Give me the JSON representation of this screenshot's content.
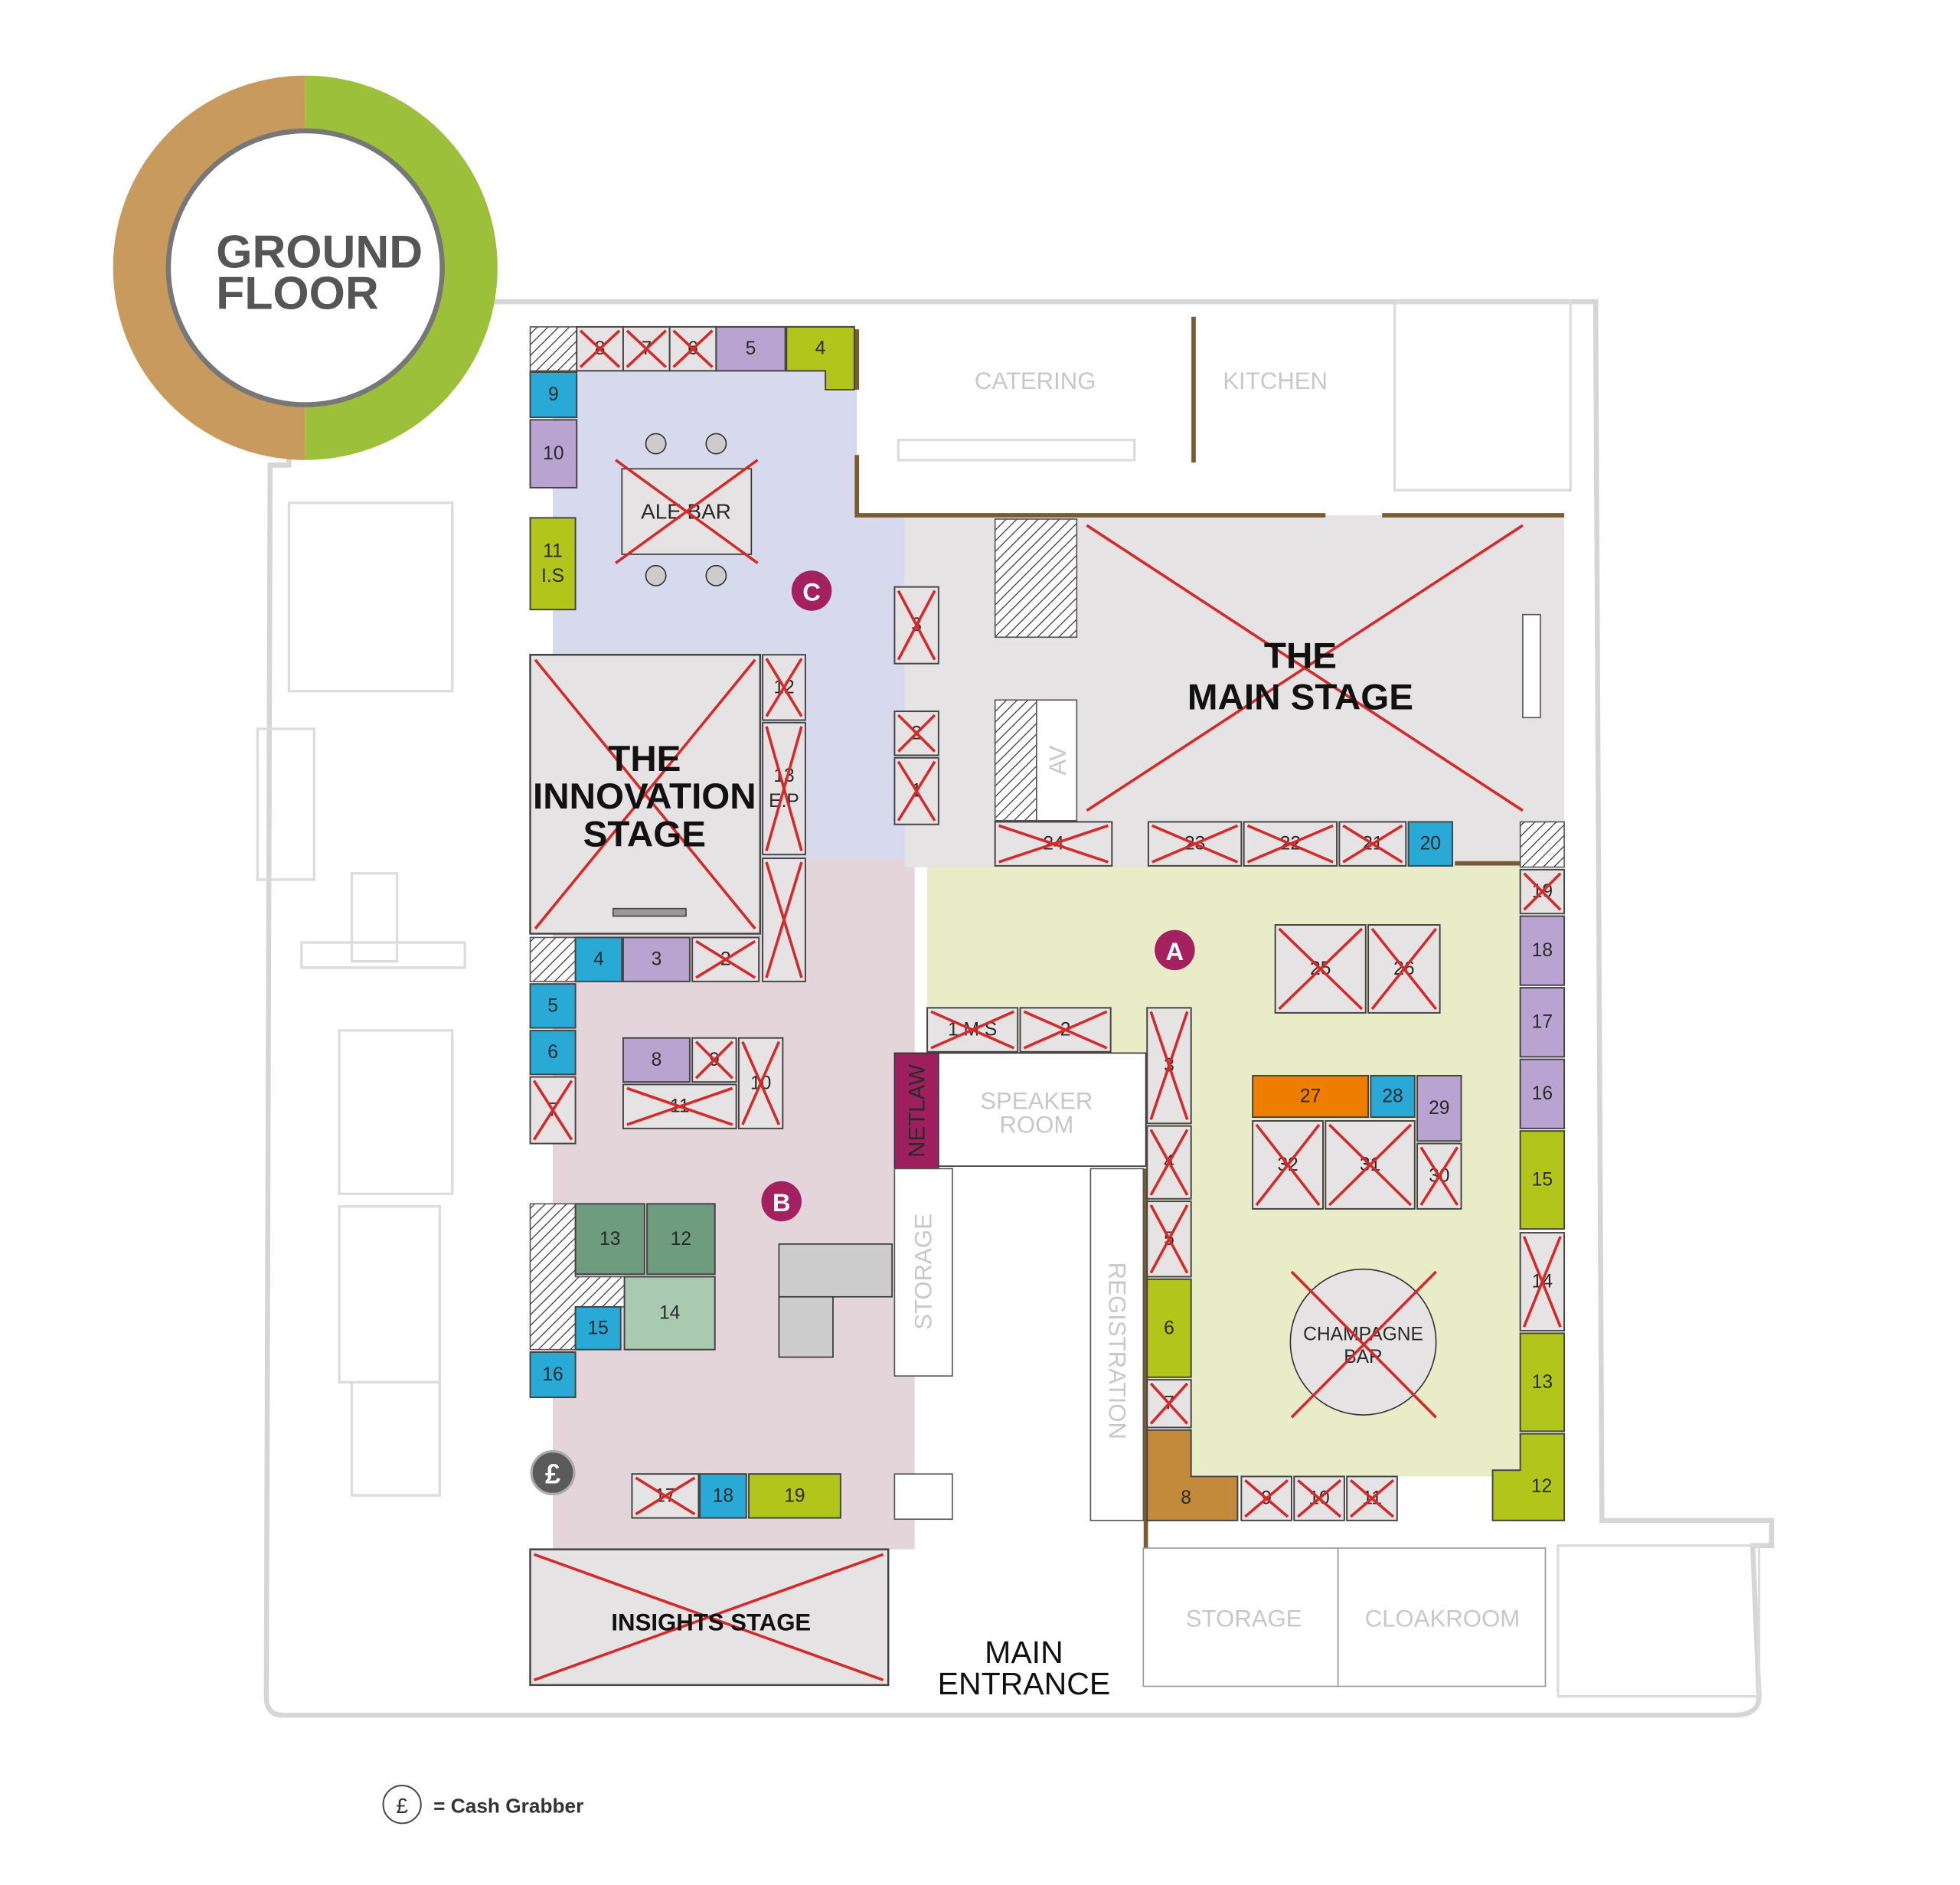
{
  "title": {
    "line1": "GROUND",
    "line2": "FLOOR"
  },
  "colors": {
    "ring_left": "#c99a5e",
    "ring_right": "#9cc03a",
    "zone_a": "#e8edc8",
    "zone_b": "#e4d5da",
    "zone_c": "#d7daed",
    "blue": "#29a9d6",
    "purple": "#b9a3d0",
    "lime": "#b2c51b",
    "orange": "#ef7d00",
    "dark_green": "#6e9c7e",
    "light_green": "#a9c9b1",
    "brown": "#c48a3c",
    "magenta": "#9e1f5e",
    "unavailable": "#e5e3e3",
    "cross": "#d42a2a"
  },
  "zones": [
    {
      "id": "A",
      "label": "A"
    },
    {
      "id": "B",
      "label": "B"
    },
    {
      "id": "C",
      "label": "C"
    }
  ],
  "stages": {
    "main": {
      "line1": "THE",
      "line2": "MAIN STAGE",
      "status": "unavailable"
    },
    "innovation": {
      "line1": "THE",
      "line2": "INNOVATION",
      "line3": "STAGE",
      "status": "unavailable"
    },
    "insights": {
      "label": "INSIGHTS STAGE",
      "status": "unavailable"
    },
    "ale_bar": {
      "label": "ALE BAR",
      "status": "unavailable"
    },
    "champagne_bar": {
      "line1": "CHAMPAGNE",
      "line2": "BAR",
      "status": "unavailable"
    }
  },
  "rooms": {
    "catering": "CATERING",
    "kitchen": "KITCHEN",
    "av": "AV",
    "speaker_room_1": "SPEAKER",
    "speaker_room_2": "ROOM",
    "storage_mid": "STORAGE",
    "registration": "REGISTRATION",
    "storage_bottom": "STORAGE",
    "cloakroom": "CLOAKROOM",
    "main_entrance_1": "MAIN",
    "main_entrance_2": "ENTRANCE",
    "netlaw": "NETLAW"
  },
  "booths": [
    {
      "zone": "C",
      "label": "8",
      "status": "unavailable",
      "color": "unavailable"
    },
    {
      "zone": "C",
      "label": "7",
      "status": "unavailable",
      "color": "unavailable"
    },
    {
      "zone": "C",
      "label": "6",
      "status": "unavailable",
      "color": "unavailable"
    },
    {
      "zone": "C",
      "label": "5",
      "status": "available",
      "color": "purple"
    },
    {
      "zone": "C",
      "label": "9",
      "status": "available",
      "color": "blue"
    },
    {
      "zone": "C",
      "label": "10",
      "status": "available",
      "color": "purple"
    },
    {
      "zone": "C",
      "label": "11",
      "sub": "I.S",
      "status": "available",
      "color": "lime"
    },
    {
      "zone": "C",
      "label": "3",
      "status": "unavailable",
      "color": "unavailable"
    },
    {
      "zone": "C",
      "label": "2",
      "status": "unavailable",
      "color": "unavailable"
    },
    {
      "zone": "C",
      "label": "1",
      "status": "unavailable",
      "color": "unavailable"
    },
    {
      "zone": "C",
      "label": "12",
      "status": "unavailable",
      "color": "unavailable"
    },
    {
      "zone": "C",
      "label": "13",
      "sub": "E.P",
      "status": "unavailable",
      "color": "unavailable"
    },
    {
      "zone": "B",
      "label": "",
      "status": "unavailable",
      "color": "unavailable"
    },
    {
      "zone": "B",
      "label": "4",
      "status": "available",
      "color": "blue"
    },
    {
      "zone": "B",
      "label": "3",
      "status": "available",
      "color": "purple"
    },
    {
      "zone": "B",
      "label": "2",
      "status": "unavailable",
      "color": "unavailable"
    },
    {
      "zone": "B",
      "label": "5",
      "status": "available",
      "color": "blue"
    },
    {
      "zone": "B",
      "label": "6",
      "status": "available",
      "color": "blue"
    },
    {
      "zone": "B",
      "label": "7",
      "status": "unavailable",
      "color": "unavailable"
    },
    {
      "zone": "B",
      "label": "8",
      "status": "available",
      "color": "purple"
    },
    {
      "zone": "B",
      "label": "9",
      "status": "unavailable",
      "color": "unavailable"
    },
    {
      "zone": "B",
      "label": "10",
      "status": "unavailable",
      "color": "unavailable"
    },
    {
      "zone": "B",
      "label": "11",
      "status": "unavailable",
      "color": "unavailable"
    },
    {
      "zone": "B",
      "label": "13",
      "status": "available",
      "color": "dark_green"
    },
    {
      "zone": "B",
      "label": "12",
      "status": "available",
      "color": "dark_green"
    },
    {
      "zone": "B",
      "label": "14",
      "status": "available",
      "color": "light_green"
    },
    {
      "zone": "B",
      "label": "15",
      "status": "available",
      "color": "blue"
    },
    {
      "zone": "B",
      "label": "16",
      "status": "available",
      "color": "blue"
    },
    {
      "zone": "B",
      "label": "17",
      "status": "unavailable",
      "color": "unavailable"
    },
    {
      "zone": "B",
      "label": "18",
      "status": "available",
      "color": "blue"
    },
    {
      "zone": "B",
      "label": "19",
      "status": "available",
      "color": "lime"
    },
    {
      "zone": "A",
      "label": "24",
      "status": "unavailable",
      "color": "unavailable"
    },
    {
      "zone": "A",
      "label": "23",
      "status": "unavailable",
      "color": "unavailable"
    },
    {
      "zone": "A",
      "label": "22",
      "status": "unavailable",
      "color": "unavailable"
    },
    {
      "zone": "A",
      "label": "21",
      "status": "unavailable",
      "color": "unavailable"
    },
    {
      "zone": "A",
      "label": "20",
      "status": "available",
      "color": "blue"
    },
    {
      "zone": "A",
      "label": "19",
      "status": "unavailable",
      "color": "unavailable"
    },
    {
      "zone": "A",
      "label": "18",
      "status": "available",
      "color": "purple"
    },
    {
      "zone": "A",
      "label": "17",
      "status": "available",
      "color": "purple"
    },
    {
      "zone": "A",
      "label": "16",
      "status": "available",
      "color": "purple"
    },
    {
      "zone": "A",
      "label": "15",
      "status": "available",
      "color": "lime"
    },
    {
      "zone": "A",
      "label": "14",
      "status": "unavailable",
      "color": "unavailable"
    },
    {
      "zone": "A",
      "label": "13",
      "status": "available",
      "color": "lime"
    },
    {
      "zone": "A",
      "label": "25",
      "status": "unavailable",
      "color": "unavailable"
    },
    {
      "zone": "A",
      "label": "26",
      "status": "unavailable",
      "color": "unavailable"
    },
    {
      "zone": "A",
      "label": "1 M.S",
      "status": "unavailable",
      "color": "unavailable"
    },
    {
      "zone": "A",
      "label": "2",
      "status": "unavailable",
      "color": "unavailable"
    },
    {
      "zone": "A",
      "label": "3",
      "status": "unavailable",
      "color": "unavailable"
    },
    {
      "zone": "A",
      "label": "4",
      "status": "unavailable",
      "color": "unavailable"
    },
    {
      "zone": "A",
      "label": "5",
      "status": "unavailable",
      "color": "unavailable"
    },
    {
      "zone": "A",
      "label": "6",
      "status": "available",
      "color": "lime"
    },
    {
      "zone": "A",
      "label": "7",
      "status": "unavailable",
      "color": "unavailable"
    },
    {
      "zone": "A",
      "label": "27",
      "status": "available",
      "color": "orange"
    },
    {
      "zone": "A",
      "label": "28",
      "status": "available",
      "color": "blue"
    },
    {
      "zone": "A",
      "label": "29",
      "status": "available",
      "color": "purple"
    },
    {
      "zone": "A",
      "label": "32",
      "status": "unavailable",
      "color": "unavailable"
    },
    {
      "zone": "A",
      "label": "31",
      "status": "unavailable",
      "color": "unavailable"
    },
    {
      "zone": "A",
      "label": "30",
      "status": "unavailable",
      "color": "unavailable"
    },
    {
      "zone": "A",
      "label": "9",
      "status": "unavailable",
      "color": "unavailable"
    },
    {
      "zone": "A",
      "label": "10",
      "status": "unavailable",
      "color": "unavailable"
    },
    {
      "zone": "A",
      "label": "11",
      "status": "unavailable",
      "color": "unavailable"
    }
  ],
  "shaped_booths": [
    {
      "zone": "C",
      "label": "4",
      "status": "available",
      "color": "lime"
    },
    {
      "zone": "A",
      "label": "12",
      "status": "available",
      "color": "lime"
    },
    {
      "zone": "A",
      "label": "8",
      "status": "available",
      "color": "brown"
    }
  ],
  "cash_grabber": {
    "symbol": "£"
  },
  "legend": {
    "symbol": "£",
    "text": "= Cash Grabber"
  }
}
